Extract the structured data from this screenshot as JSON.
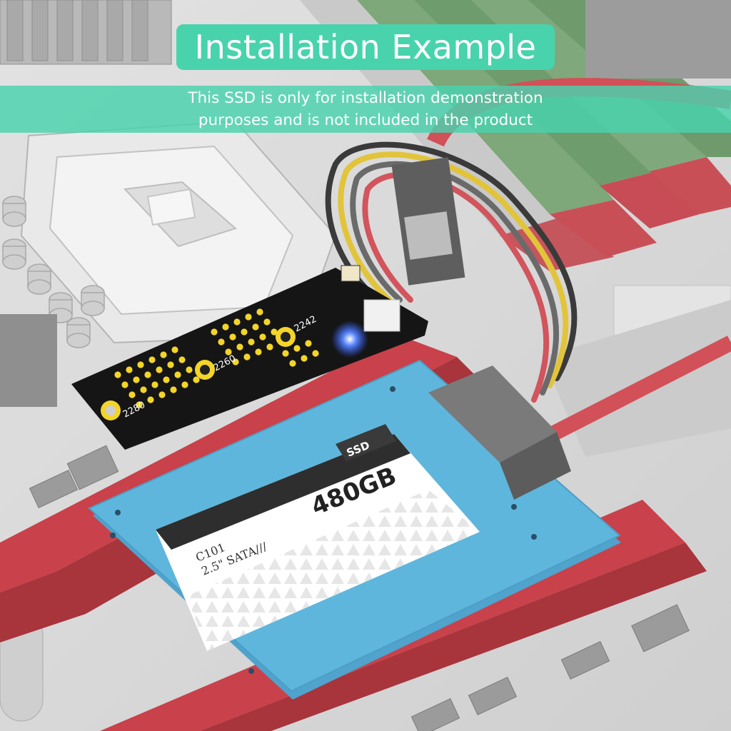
{
  "header": {
    "title": "Installation Example",
    "note_line1": "This SSD is only for installation demonstration",
    "note_line2": "purposes and is not included in the product"
  },
  "adapter": {
    "size_2280": "2280",
    "size_2260": "2260",
    "size_2242": "2242"
  },
  "ssd": {
    "badge": "SSD",
    "capacity": "480GB",
    "model": "C101",
    "spec": "2.5\" SATA///"
  },
  "colors": {
    "accent": "#48d3ad",
    "ssd_shell": "#5fb6dc",
    "pcb": "#141414",
    "pad": "#f3d52a",
    "led": "#3b6cff",
    "slot_red": "#c9414a"
  }
}
